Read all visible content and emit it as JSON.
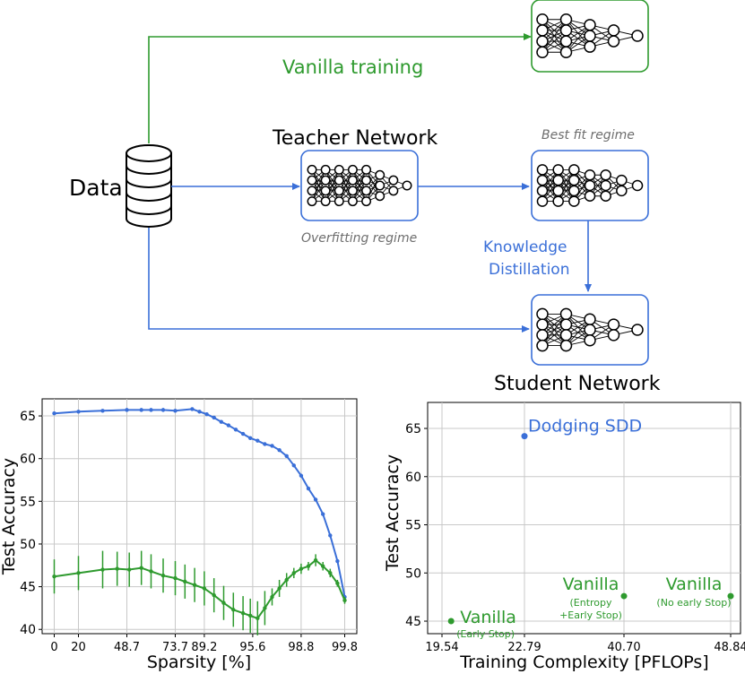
{
  "colors": {
    "green": "#2e9a2e",
    "blue": "#3a6fd8",
    "black": "#000000",
    "gray": "#6e6e6e",
    "grid": "#c8c8c8"
  },
  "diagram": {
    "data_label": "Data",
    "vanilla_label": "Vanilla training",
    "teacher_title": "Teacher Network",
    "overfitting_label": "Overfitting regime",
    "best_fit_label": "Best fit regime",
    "kd_line1": "Knowledge",
    "kd_line2": "Distillation",
    "student_title": "Student Network"
  },
  "chart_data": [
    {
      "type": "line",
      "title": "",
      "xlabel": "Sparsity [%]",
      "ylabel": "Test Accuracy",
      "ylim": [
        39.5,
        67
      ],
      "yticks": [
        40,
        45,
        50,
        55,
        60,
        65
      ],
      "x_tick_labels": [
        "0",
        "20",
        "48.7",
        "73.7",
        "89.2",
        "95.6",
        "98.8",
        "99.8"
      ],
      "grid": true,
      "series": [
        {
          "color": "#3a6fd8",
          "points": [
            [
              0,
              65.3
            ],
            [
              1,
              65.5
            ],
            [
              2,
              65.6
            ],
            [
              3,
              65.7
            ],
            [
              3.6,
              65.7
            ],
            [
              4,
              65.7
            ],
            [
              4.5,
              65.7
            ],
            [
              5,
              65.6
            ],
            [
              5.7,
              65.8
            ],
            [
              6,
              65.5
            ],
            [
              6.3,
              65.2
            ],
            [
              6.6,
              64.8
            ],
            [
              6.9,
              64.3
            ],
            [
              7.2,
              63.9
            ],
            [
              7.5,
              63.4
            ],
            [
              7.8,
              62.9
            ],
            [
              8.1,
              62.4
            ],
            [
              8.4,
              62.1
            ],
            [
              8.7,
              61.7
            ],
            [
              9,
              61.5
            ],
            [
              9.3,
              61
            ],
            [
              9.6,
              60.3
            ],
            [
              9.9,
              59.2
            ],
            [
              10.2,
              58
            ],
            [
              10.5,
              56.5
            ],
            [
              10.8,
              55.2
            ],
            [
              11.1,
              53.5
            ],
            [
              11.4,
              51
            ],
            [
              11.7,
              48
            ],
            [
              12,
              43.8
            ]
          ]
        },
        {
          "color": "#2e9a2e",
          "error_bars": true,
          "points": [
            [
              0,
              46.2,
              2
            ],
            [
              1,
              46.6,
              2
            ],
            [
              2,
              47,
              2.2
            ],
            [
              2.6,
              47.1,
              2
            ],
            [
              3.1,
              47,
              2
            ],
            [
              3.6,
              47.2,
              2
            ],
            [
              4,
              46.8,
              2
            ],
            [
              4.5,
              46.3,
              2
            ],
            [
              5,
              46,
              2
            ],
            [
              5.4,
              45.6,
              2
            ],
            [
              5.8,
              45.2,
              2
            ],
            [
              6.2,
              44.8,
              2
            ],
            [
              6.6,
              44,
              2
            ],
            [
              7,
              43.1,
              2
            ],
            [
              7.4,
              42.3,
              2
            ],
            [
              7.8,
              41.9,
              2
            ],
            [
              8.1,
              41.6,
              2
            ],
            [
              8.4,
              41.3,
              2
            ],
            [
              8.7,
              42.5,
              2
            ],
            [
              9,
              43.8,
              1
            ],
            [
              9.3,
              44.8,
              1
            ],
            [
              9.6,
              45.8,
              0.8
            ],
            [
              9.9,
              46.6,
              0.6
            ],
            [
              10.2,
              47.1,
              0.6
            ],
            [
              10.5,
              47.4,
              0.5
            ],
            [
              10.8,
              48.1,
              0.7
            ],
            [
              11.1,
              47.4,
              0.5
            ],
            [
              11.4,
              46.6,
              0.5
            ],
            [
              11.7,
              45.4,
              0.4
            ],
            [
              12,
              43.4,
              0.4
            ]
          ]
        }
      ]
    },
    {
      "type": "scatter",
      "title": "",
      "xlabel": "Training Complexity [PFLOPs]",
      "ylabel": "Test Accuracy",
      "x_tick_labels": [
        "19.54",
        "22.79",
        "40.70",
        "48.84"
      ],
      "ylim": [
        43.7,
        67.7
      ],
      "yticks": [
        45,
        50,
        55,
        60,
        65
      ],
      "grid": true,
      "points": [
        {
          "x": 19.9,
          "y": 45.0,
          "color": "#2e9a2e",
          "label": "Vanilla",
          "sublabel": "(Early Stop)"
        },
        {
          "x": 22.79,
          "y": 64.2,
          "color": "#3a6fd8",
          "label": "Dodging SDD",
          "sublabel": ""
        },
        {
          "x": 40.7,
          "y": 47.6,
          "color": "#2e9a2e",
          "label": "Vanilla",
          "sublabel": "(Entropy\n+Early Stop)"
        },
        {
          "x": 48.84,
          "y": 47.6,
          "color": "#2e9a2e",
          "label": "Vanilla",
          "sublabel": "(No early Stop)"
        }
      ]
    }
  ]
}
